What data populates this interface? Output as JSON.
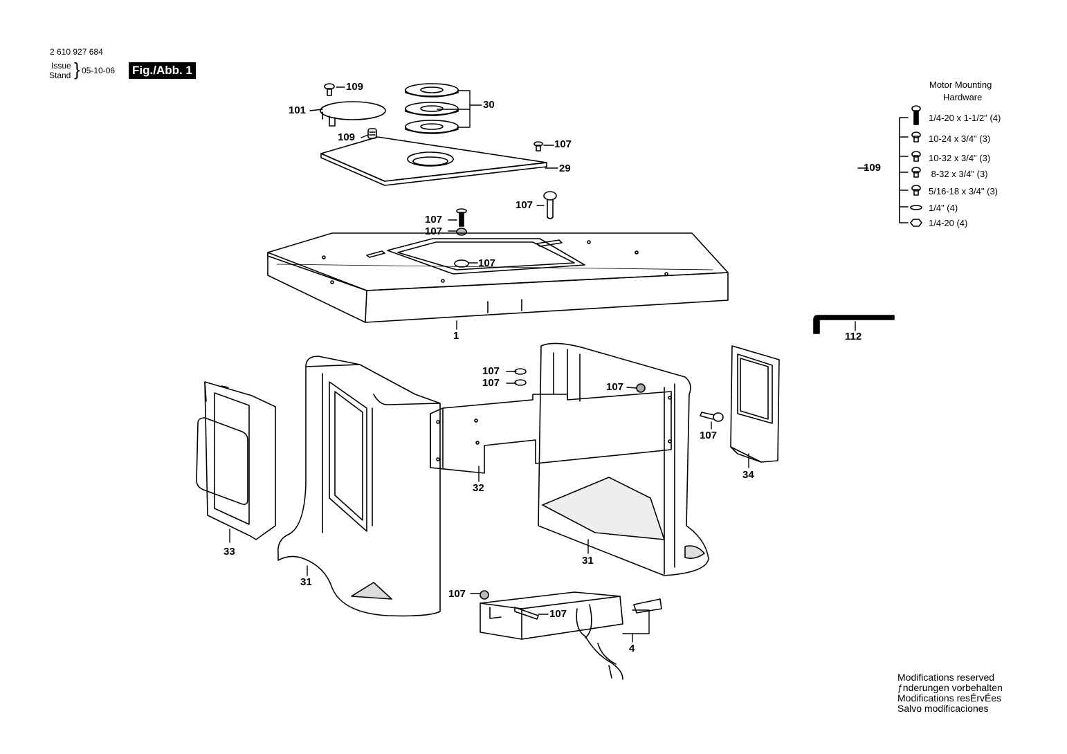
{
  "header": {
    "part_number": "2 610 927 684",
    "issue": "Issue",
    "stand": "Stand",
    "brace": "}",
    "date": "05-10-06",
    "figure": "Fig./Abb. 1"
  },
  "callouts": {
    "c109_top": "109",
    "c101": "101",
    "c109_knob": "109",
    "c30": "30",
    "c107_plate": "107",
    "c29": "29",
    "c107_bolt_right": "107",
    "c107_screw": "107",
    "c107_washer": "107",
    "c107_nut": "107",
    "c1": "1",
    "c112": "112",
    "c107_clip1": "107",
    "c107_clip2": "107",
    "c107_leg_nut": "107",
    "c107_leg_screw": "107",
    "c32": "32",
    "c34": "34",
    "c33": "33",
    "c31_right": "31",
    "c31_left": "31",
    "c107_switch_nut": "107",
    "c107_switch_screw": "107",
    "c4": "4"
  },
  "hardware": {
    "title_line1": "Motor Mounting",
    "title_line2": "Hardware",
    "group_label": "109",
    "items": [
      "1/4-20 x 1-1/2\" (4)",
      "10-24 x 3/4\" (3)",
      "10-32 x 3/4\" (3)",
      " 8-32 x 3/4\" (3)",
      "5/16-18 x 3/4\" (3)",
      "1/4\" (4)",
      "1/4-20 (4)"
    ]
  },
  "footer": {
    "lines": [
      "Modifications reserved",
      "ƒnderungen vorbehalten",
      "Modifications resÉrvÉes",
      "Salvo modificaciones"
    ]
  },
  "colors": {
    "ink": "#000000",
    "paper": "#ffffff",
    "shade": "#d8d8d8"
  }
}
